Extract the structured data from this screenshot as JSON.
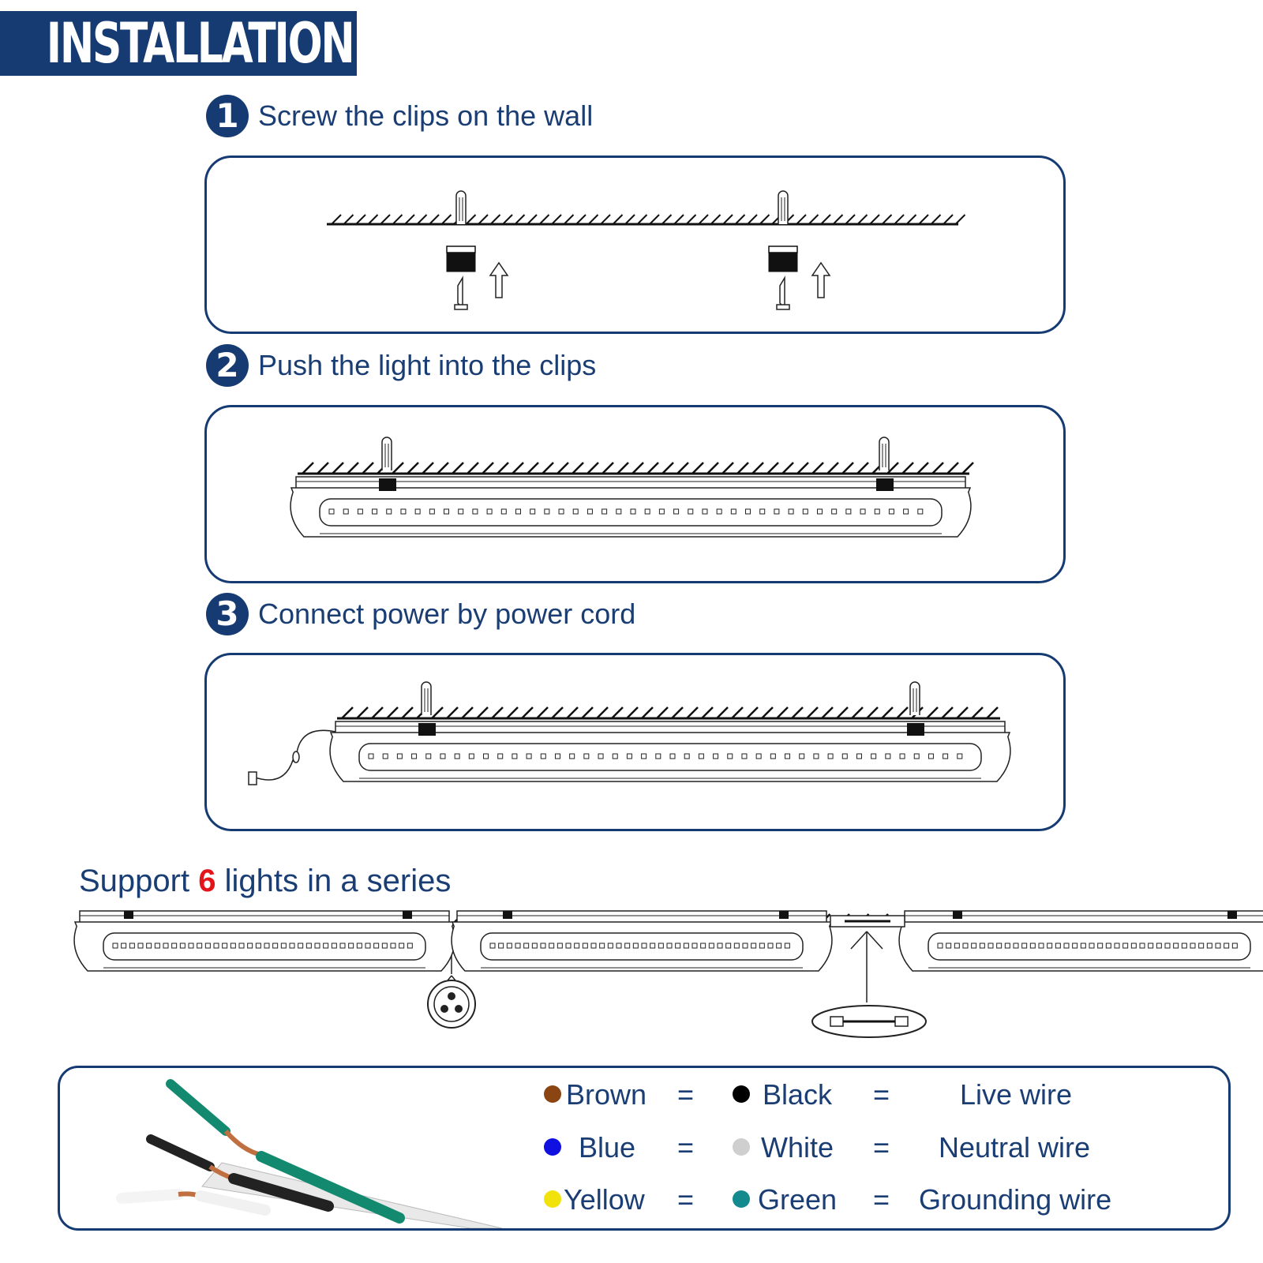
{
  "header": {
    "title": "INSTALLATION"
  },
  "steps": [
    {
      "number": "1",
      "text": "Screw the clips on the wall"
    },
    {
      "number": "2",
      "text": "Push the light into the clips"
    },
    {
      "number": "3",
      "text": "Connect power by power cord"
    }
  ],
  "series": {
    "prefix": "Support ",
    "count": "6",
    "suffix": " lights in a series"
  },
  "wiring": {
    "rows": [
      {
        "color_a": "Brown",
        "color_a_hex": "#8b4513",
        "eq1": "=",
        "color_b": "Black",
        "color_b_hex": "#000000",
        "eq2": "=",
        "meaning": "Live wire"
      },
      {
        "color_a": "Blue",
        "color_a_hex": "#1010e0",
        "eq1": "=",
        "color_b": "White",
        "color_b_hex": "#cfcfcf",
        "eq2": "=",
        "meaning": "Neutral wire"
      },
      {
        "color_a": "Yellow",
        "color_a_hex": "#f2e20c",
        "eq1": "=",
        "color_b": "Green",
        "color_b_hex": "#138a8e",
        "eq2": "=",
        "meaning": "Grounding wire"
      }
    ]
  },
  "colors": {
    "brand": "#163b73",
    "accent": "#e4141b",
    "panel_border": "#163b73"
  }
}
